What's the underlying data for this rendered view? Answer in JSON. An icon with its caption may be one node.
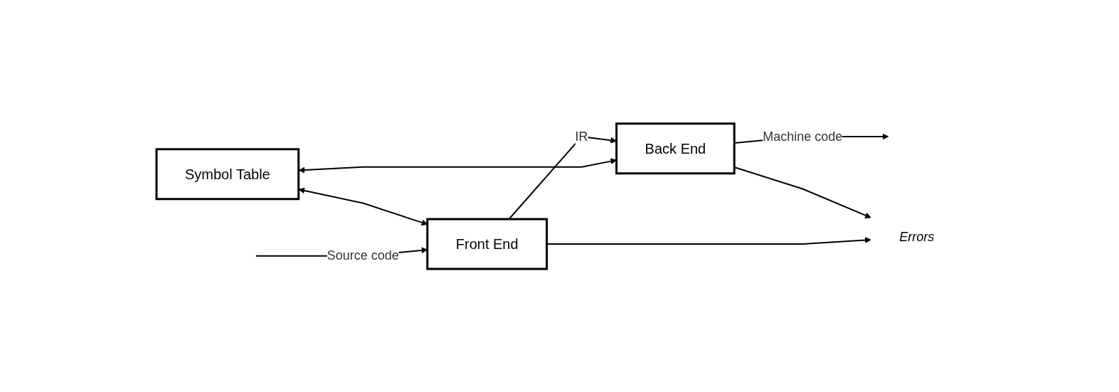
{
  "diagram": {
    "nodes": [
      {
        "text": [
          "Symbol Table"
        ]
      },
      {
        "text": [
          "Front End"
        ]
      },
      {
        "text": [
          "Back End"
        ]
      },
      {
        "text": [
          "Errors"
        ]
      }
    ],
    "edges": [
      {
        "from": null,
        "to": 1,
        "arrow": "to",
        "label": "Source code"
      },
      {
        "from": 0,
        "to": 1,
        "arrow": "both"
      },
      {
        "from": 0,
        "to": 2,
        "arrow": "both"
      },
      {
        "from": 1,
        "to": 2,
        "arrow": "to",
        "label": "IR"
      },
      {
        "from": 2,
        "to": null,
        "arrow": "to",
        "label": "Machine code"
      },
      {
        "from": 1,
        "to": 3,
        "arrow": "to"
      },
      {
        "from": 2,
        "to": 3,
        "arrow": "to"
      }
    ]
  }
}
